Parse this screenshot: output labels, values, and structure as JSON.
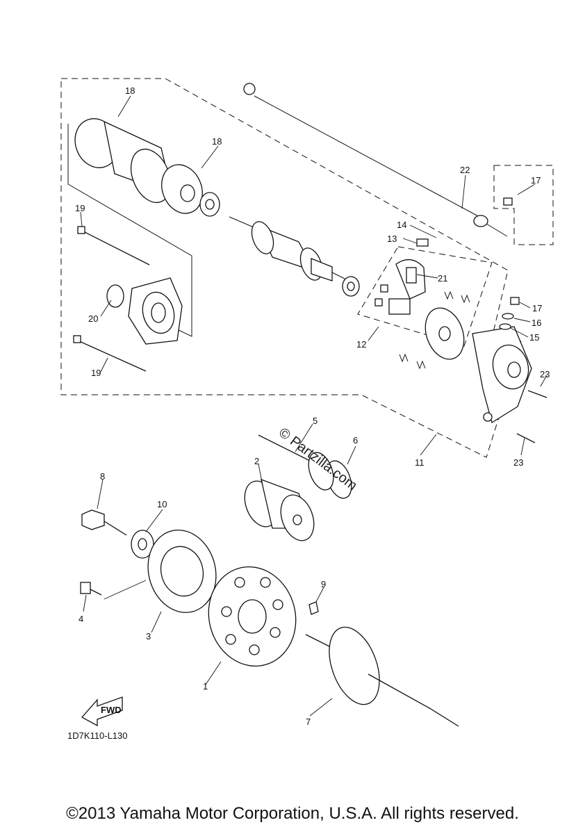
{
  "diagram": {
    "callouts": [
      "1",
      "2",
      "3",
      "4",
      "5",
      "6",
      "7",
      "8",
      "9",
      "10",
      "11",
      "12",
      "13",
      "14",
      "15",
      "16",
      "17",
      "18",
      "19",
      "20",
      "21",
      "22",
      "23"
    ],
    "ref_code": "1D7K110-L130",
    "fwd_label": "FWD",
    "watermark": "© Partzilla.com",
    "copyright": "©2013 Yamaha Motor Corporation, U.S.A. All rights reserved."
  }
}
